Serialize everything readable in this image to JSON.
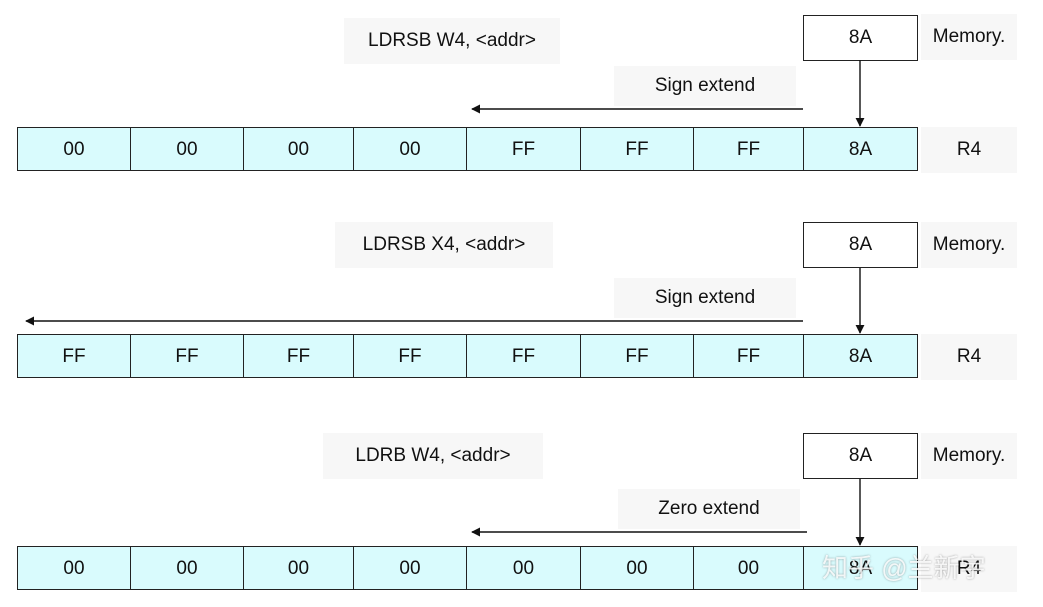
{
  "panels": [
    {
      "instruction": "LDRSB W4, <addr>",
      "memory_value": "8A",
      "memory_label": "Memory.",
      "extend_label": "Sign extend",
      "register_label": "R4",
      "register_bytes": [
        "00",
        "00",
        "00",
        "00",
        "FF",
        "FF",
        "FF",
        "8A"
      ]
    },
    {
      "instruction": "LDRSB X4, <addr>",
      "memory_value": "8A",
      "memory_label": "Memory.",
      "extend_label": "Sign extend",
      "register_label": "R4",
      "register_bytes": [
        "FF",
        "FF",
        "FF",
        "FF",
        "FF",
        "FF",
        "FF",
        "8A"
      ]
    },
    {
      "instruction": "LDRB W4, <addr>",
      "memory_value": "8A",
      "memory_label": "Memory.",
      "extend_label": "Zero extend",
      "register_label": "R4",
      "register_bytes": [
        "00",
        "00",
        "00",
        "00",
        "00",
        "00",
        "00",
        "8A"
      ]
    }
  ],
  "watermark": "知乎 @兰新宇",
  "colors": {
    "register_fill": "#d9fbfd",
    "label_bg": "#f7f7f7",
    "line": "#222222"
  }
}
